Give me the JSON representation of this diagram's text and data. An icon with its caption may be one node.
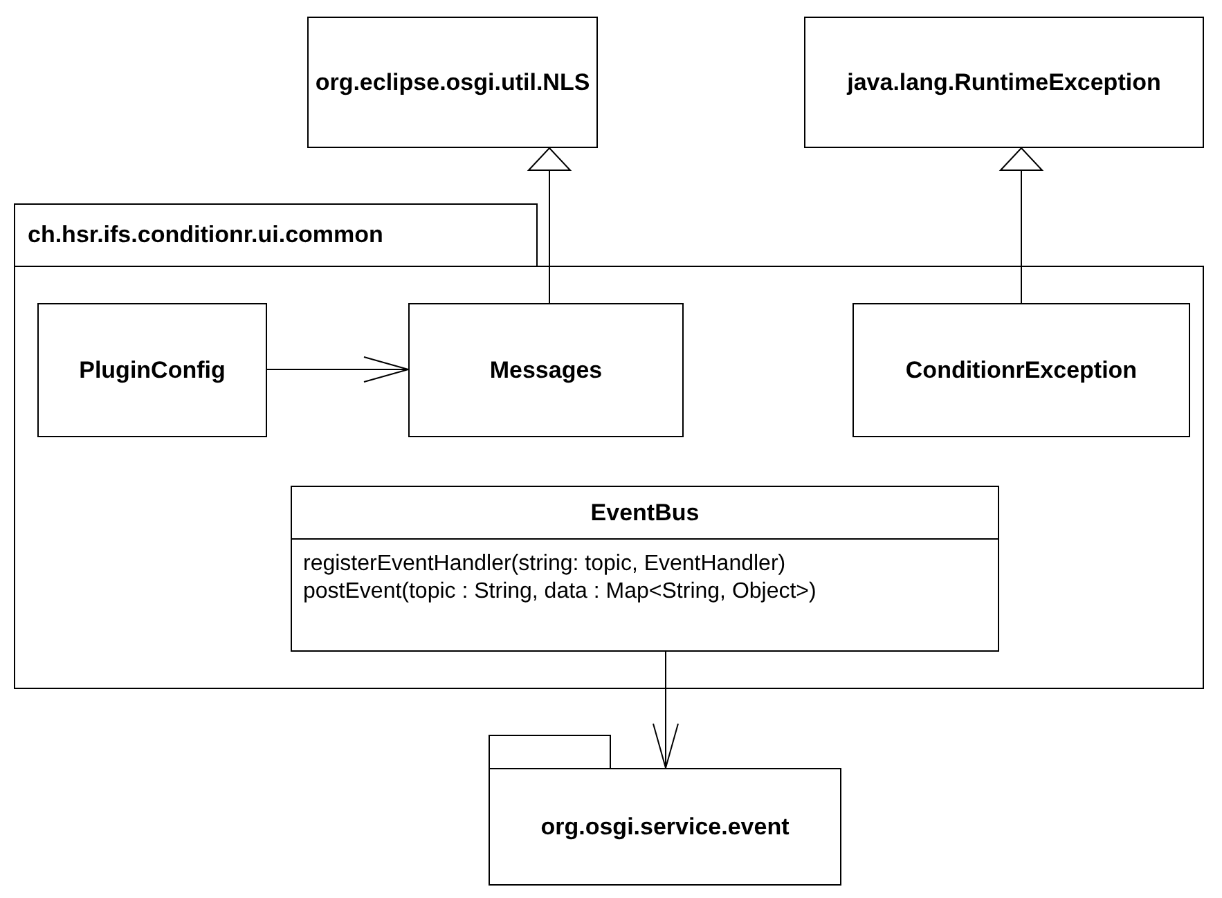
{
  "diagram": {
    "nodes": [
      {
        "text": [
          "org.eclipse.osgi.util.NLS"
        ]
      },
      {
        "text": [
          "java.lang.RuntimeException"
        ]
      },
      {
        "text": [
          "ch.hsr.ifs.conditionr.ui.common"
        ]
      },
      {
        "text": [
          "PluginConfig"
        ],
        "in": 2
      },
      {
        "text": [
          "Messages"
        ],
        "in": 2
      },
      {
        "text": [
          "ConditionrException"
        ],
        "in": 2
      },
      {
        "text": [
          "EventBus",
          "registerEventHandler(string: topic, EventHandler)",
          "postEvent(topic : String, data : Map<String, Object>)"
        ],
        "in": 2
      },
      {
        "text": [
          "org.osgi.service.event"
        ]
      }
    ],
    "edges": [
      {
        "from": 4,
        "to": 0,
        "arrow": "to"
      },
      {
        "from": 5,
        "to": 1,
        "arrow": "to"
      },
      {
        "from": 3,
        "to": 4,
        "arrow": "to"
      },
      {
        "from": 6,
        "to": 7,
        "arrow": "to"
      }
    ]
  }
}
